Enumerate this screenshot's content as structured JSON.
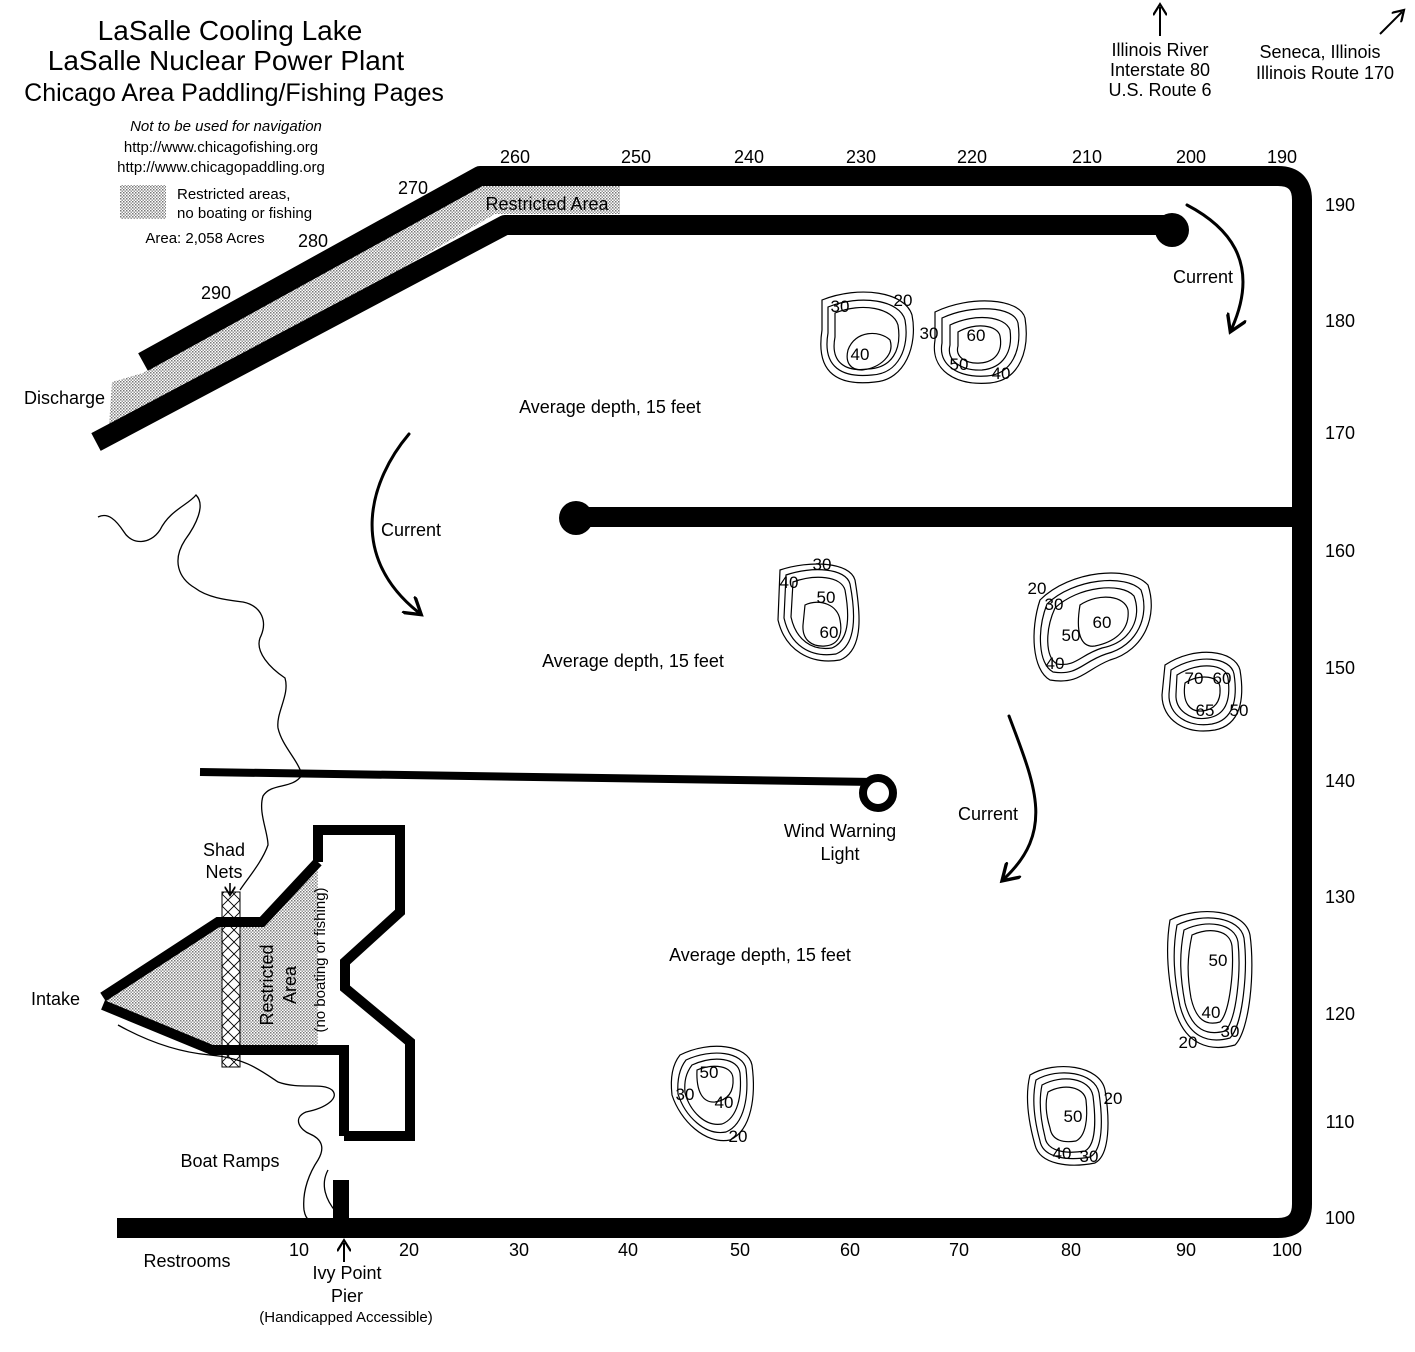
{
  "title": {
    "line1": "LaSalle Cooling Lake",
    "line2": "LaSalle Nuclear Power Plant",
    "line3": "Chicago Area Paddling/Fishing Pages"
  },
  "disclaimer": "Not to be used for navigation",
  "urls": [
    "http://www.chicagofishing.org",
    "http://www.chicagopaddling.org"
  ],
  "legend": {
    "restricted_line1": "Restricted areas,",
    "restricted_line2": "no boating or fishing",
    "area": "Area: 2,058 Acres"
  },
  "directions": {
    "north": [
      "Illinois River",
      "Interstate 80",
      "U.S. Route 6"
    ],
    "northeast": [
      "Seneca, Illinois",
      "Illinois Route 170"
    ]
  },
  "grid": {
    "top": [
      "260",
      "250",
      "240",
      "230",
      "220",
      "210",
      "200",
      "190"
    ],
    "diagonal": [
      "270",
      "280",
      "290"
    ],
    "right": [
      "190",
      "180",
      "170",
      "160",
      "150",
      "140",
      "130",
      "120",
      "110",
      "100"
    ],
    "bottom": [
      "10",
      "20",
      "30",
      "40",
      "50",
      "60",
      "70",
      "80",
      "90",
      "100"
    ]
  },
  "labels": {
    "restricted_area": "Restricted Area",
    "discharge": "Discharge",
    "current": "Current",
    "average_depth": "Average depth, 15 feet",
    "wind_warning": [
      "Wind Warning",
      "Light"
    ],
    "shad_nets": [
      "Shad",
      "Nets"
    ],
    "intake": "Intake",
    "restricted_vertical": [
      "Restricted",
      "Area"
    ],
    "no_boating": "(no boating or fishing)",
    "boat_ramps": "Boat Ramps",
    "restrooms": "Restrooms",
    "pier": [
      "Ivy Point",
      "Pier"
    ],
    "accessible": "(Handicapped Accessible)"
  },
  "depth_labels": [
    [
      "30",
      "20",
      "40"
    ],
    [
      "30",
      "60",
      "50",
      "40"
    ],
    [
      "30",
      "40",
      "50",
      "60"
    ],
    [
      "20",
      "30",
      "60",
      "50",
      "40"
    ],
    [
      "70",
      "60",
      "65",
      "50"
    ],
    [
      "50",
      "40",
      "30",
      "20"
    ],
    [
      "50",
      "30",
      "40",
      "20"
    ],
    [
      "50",
      "20",
      "40",
      "30"
    ]
  ]
}
